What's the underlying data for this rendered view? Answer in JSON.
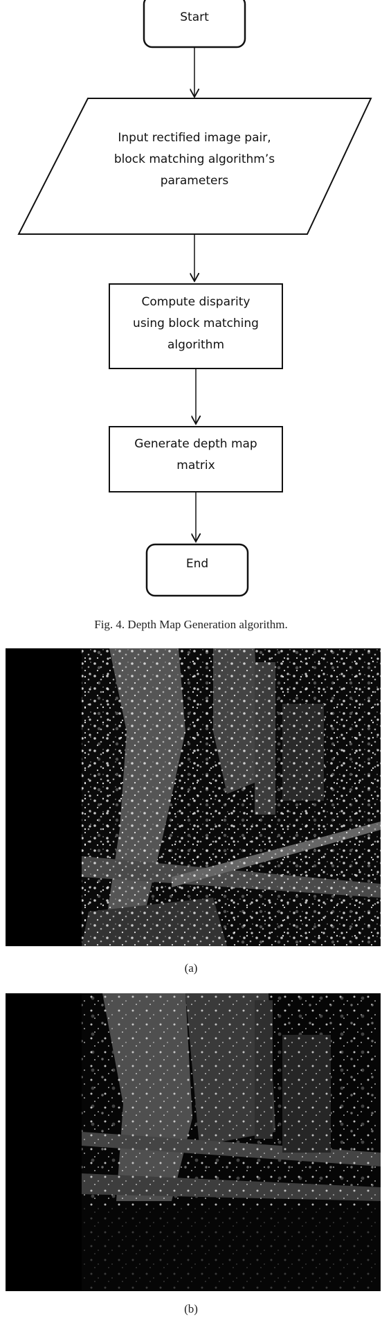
{
  "flowchart": {
    "start": "Start",
    "input": {
      "line1": "Input rectified image pair,",
      "line2": "block matching algorithm’s",
      "line3": "parameters"
    },
    "compute": {
      "line1": "Compute disparity",
      "line2": "using block matching",
      "line3": "algorithm"
    },
    "generate": {
      "line1": "Generate depth map",
      "line2": "matrix"
    },
    "end": "End"
  },
  "figure_caption": "Fig. 4. Depth Map Generation algorithm.",
  "panels": {
    "a_label": "(a)",
    "b_label": "(b)"
  }
}
